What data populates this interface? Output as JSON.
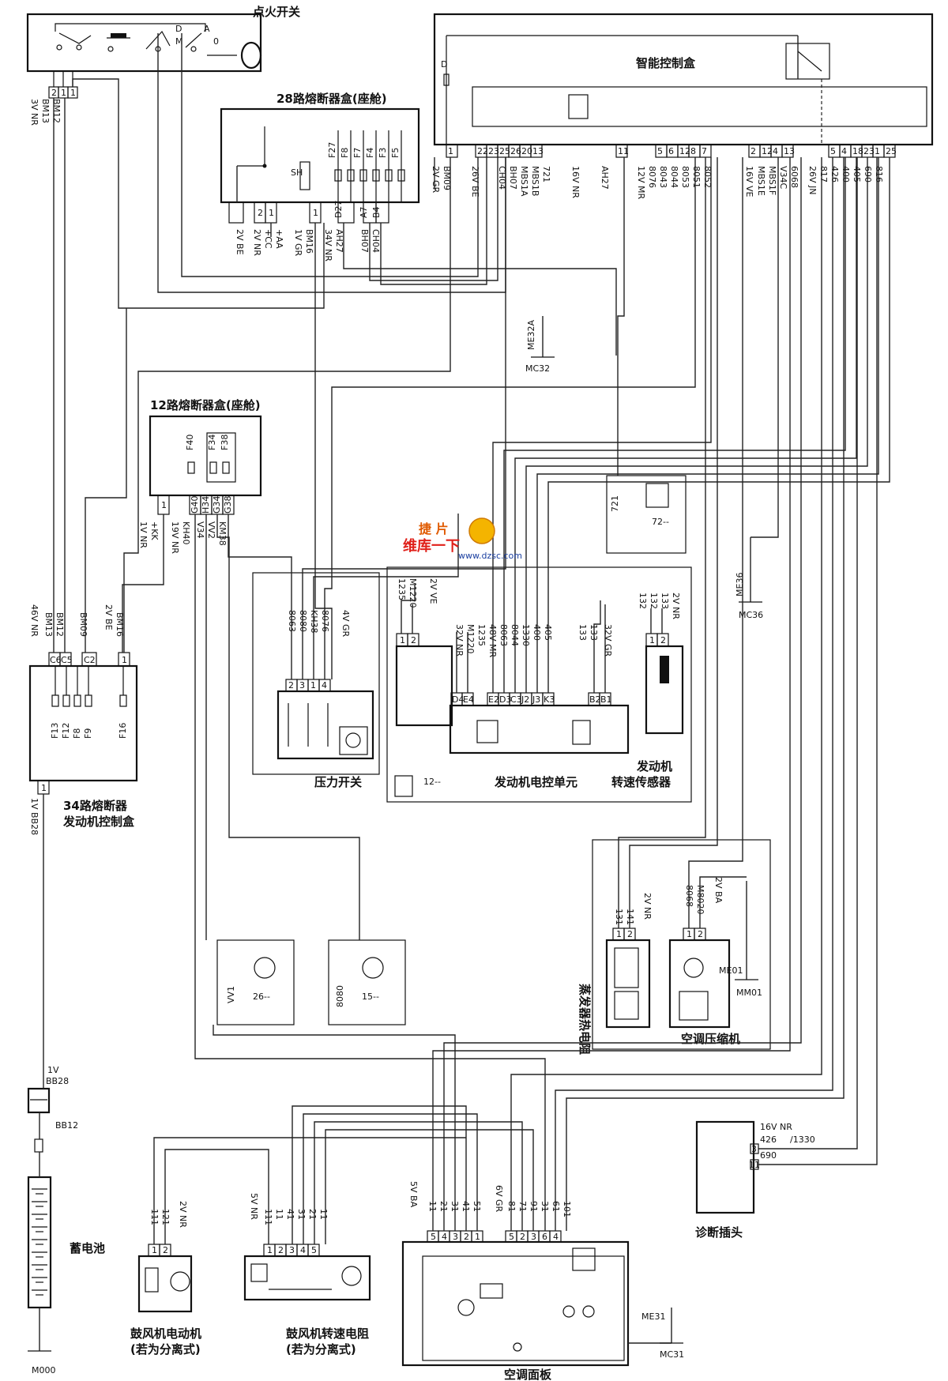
{
  "components": {
    "ignition_switch": "点火开关",
    "smart_control_box": "智能控制盒",
    "fuse_box_28": "28路熔断器盒(座舱)",
    "fuse_box_12": "12路熔断器盒(座舱)",
    "fuse_box_34_line1": "34路熔断器",
    "fuse_box_34_line2": "发动机控制盒",
    "pressure_switch": "压力开关",
    "engine_ecu": "发动机电控单元",
    "speed_sensor_line1": "发动机",
    "speed_sensor_line2": "转速传感器",
    "evaporator_thermistor": "蒸发器热电阻",
    "ac_compressor": "空调压缩机",
    "diagnostic_plug": "诊断插头",
    "battery": "蓄电池",
    "blower_motor_line1": "鼓风机电动机",
    "blower_motor_line2": "(若为分离式)",
    "blower_resistor_line1": "鼓风机转速电阻",
    "blower_resistor_line2": "(若为分离式)",
    "ac_panel": "空调面板"
  },
  "refs": {
    "r72": "72--",
    "r12": "12--",
    "r26": "26--",
    "r15": "15--"
  },
  "grounds": {
    "me32a": "ME32A",
    "mc32": "MC32",
    "me36": "ME36",
    "mc36": "MC36",
    "me01": "ME01",
    "mm01": "MM01",
    "me31": "ME31",
    "mc31": "MC31",
    "m000": "M000"
  },
  "ign": {
    "d": "D",
    "m": "M",
    "a": "A",
    "zero": "0",
    "p1": "2",
    "p2": "1",
    "p3": "1"
  },
  "wires_left": {
    "w1": "3V NR",
    "w2": "BM13",
    "w3": "BM12",
    "w4": "46V NR",
    "w5": "BM13",
    "w6": "BM12",
    "w7": "BM09",
    "w8": "2V BE",
    "w9": "BM16",
    "w10": "1V BB28"
  },
  "fb34": {
    "c6": "C6",
    "c5": "C5",
    "c2": "C2",
    "p1": "1",
    "p1b": "1",
    "f13": "F13",
    "f12": "F12",
    "f8": "F8",
    "f9": "F9",
    "f16": "F16"
  },
  "fb28": {
    "f27": "F27",
    "f8": "F8",
    "f7": "F7",
    "f4": "F4",
    "f3": "F3",
    "f5": "F5",
    "sh": "SH",
    "p2": "2",
    "p1": "1",
    "p1b": "1",
    "d27": "D27",
    "a7": "A7",
    "b4": "B4",
    "w1": "2V BE",
    "w2": "2V NR",
    "w3": "+CC",
    "w4": "+AA",
    "w5": "1V GR",
    "w6": "BM16",
    "w7": "34V NR",
    "w8": "AH27",
    "w9": "BH07",
    "w10": "CH04"
  },
  "fb12": {
    "f40": "F40",
    "f34": "F34",
    "f38": "F38",
    "p1": "1",
    "g40": "G40",
    "h34": "H34",
    "g34": "G34",
    "g38": "G38",
    "w1": "1V NR",
    "w2": "+KK",
    "w3": "19V NR",
    "w4": "KH40",
    "w5": "V34",
    "w6": "VV2",
    "w7": "KM38"
  },
  "smart": {
    "d": "D",
    "pins": [
      "1",
      "22",
      "23",
      "25",
      "26",
      "20",
      "13",
      "11",
      "5",
      "6",
      "12",
      "8",
      "7",
      "2",
      "12",
      "4",
      "13",
      "5",
      "4",
      "18",
      "23",
      "1",
      "25"
    ],
    "wires": [
      "2V GR",
      "BM09",
      "26V BE",
      "CH04",
      "BH07",
      "MBS1A",
      "MBS1B",
      "721",
      "16V NR",
      "AH27",
      "12V MR",
      "8076",
      "8043",
      "8044",
      "8053",
      "8051",
      "8052",
      "16V VE",
      "MBS1E",
      "MBS1F",
      "V34C",
      "6068",
      "26V JN",
      "817",
      "426",
      "400",
      "405",
      "690",
      "816"
    ]
  },
  "pressure": {
    "w1": "8063",
    "w2": "8080",
    "w3": "KH38",
    "w4": "8076",
    "w5": "4V GR",
    "p2": "2",
    "p3": "3",
    "p1": "1",
    "p4": "4"
  },
  "ecu": {
    "w1": "1235",
    "w2": "M1220",
    "w3": "2V VE",
    "p1": "1",
    "p2": "2",
    "w4": "32V NR",
    "w5": "M1220",
    "w6": "1235",
    "w7": "48V MR",
    "w8": "8063",
    "w9": "8044",
    "w10": "1330",
    "w11": "400",
    "w12": "405",
    "w13": "133",
    "w14": "133",
    "w15": "32V GR",
    "w16": "132",
    "w17": "132",
    "w18": "133",
    "w19": "2V NR",
    "d4": "D4",
    "e4": "E4",
    "e2": "E2",
    "d3": "D3",
    "c3": "C3",
    "j2": "J2",
    "j3": "J3",
    "k3": "K3",
    "b2": "B2",
    "b1": "B1",
    "s1": "1",
    "s2": "2",
    "v721": "721"
  },
  "evap": {
    "w1": "131",
    "w2": "141",
    "w3": "2V NR",
    "p1": "1",
    "p2": "2"
  },
  "comp": {
    "w1": "8068",
    "w2": "M8020",
    "w3": "2V BA",
    "p1": "1",
    "p2": "2"
  },
  "refboxes": {
    "vv1": "VV1",
    "v8080": "8080"
  },
  "battery": {
    "w1": "1V",
    "w2": "BB28",
    "w3": "BB12"
  },
  "blower": {
    "w1": "111",
    "w2": "121",
    "w3": "2V NR",
    "p1": "1",
    "p2": "2"
  },
  "resistor": {
    "w1": "5V NR",
    "w2": "111",
    "w3": "11",
    "w4": "41",
    "w5": "31",
    "w6": "21",
    "w7": "11",
    "p1": "1",
    "p2": "2",
    "p3": "3",
    "p4": "4",
    "p5": "5"
  },
  "panel": {
    "w1": "5V BA",
    "w2": "11",
    "w3": "21",
    "w4": "31",
    "w5": "41",
    "w6": "51",
    "w7": "6V GR",
    "w8": "81",
    "w9": "71",
    "w10": "91",
    "w11": "31",
    "w12": "61",
    "w13": "101",
    "p5": "5",
    "p4": "4",
    "p3": "3",
    "p2": "2",
    "p1": "1",
    "q5": "5",
    "q2": "2",
    "q3": "3",
    "q6": "6",
    "q4": "4"
  },
  "diag": {
    "w1": "16V NR",
    "w2": "426",
    "w3": "/1330",
    "w4": "690",
    "p3": "3",
    "p11": "11"
  },
  "watermark": {
    "line1": "维库一下",
    "line2": "www.dzsc.com",
    "logo": "捷 片"
  }
}
